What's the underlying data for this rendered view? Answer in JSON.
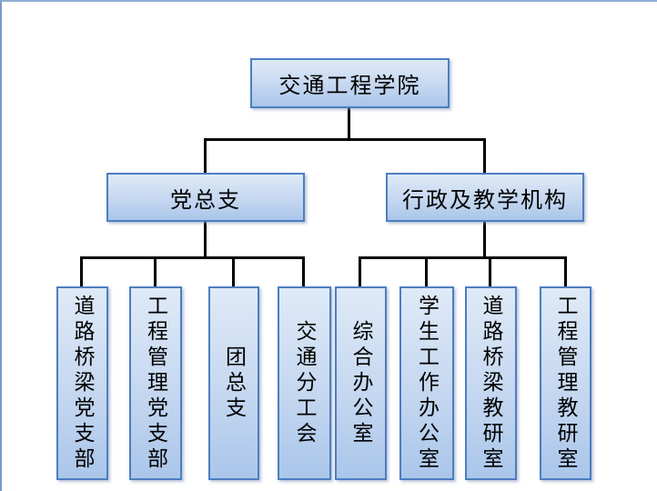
{
  "org": {
    "root": {
      "label": "交通工程学院"
    },
    "branches": [
      {
        "label": "党总支",
        "children": [
          {
            "label": "道路桥梁党支部"
          },
          {
            "label": "工程管理党支部"
          },
          {
            "label": "团总支"
          },
          {
            "label": "交通分工会"
          }
        ]
      },
      {
        "label": "行政及教学机构",
        "children": [
          {
            "label": "综合办公室"
          },
          {
            "label": "学生工作办公室"
          },
          {
            "label": "道路桥梁教研室"
          },
          {
            "label": "工程管理教研室"
          }
        ]
      }
    ]
  },
  "colors": {
    "box_border": "#4d7ec0",
    "box_fill_top": "#dfeaf7",
    "box_fill_bottom": "#aac6ea",
    "connector_line": "#000000",
    "page_frame_top": "#8fb0d4",
    "page_frame_left": "#7b99c4",
    "text": "#000000"
  }
}
